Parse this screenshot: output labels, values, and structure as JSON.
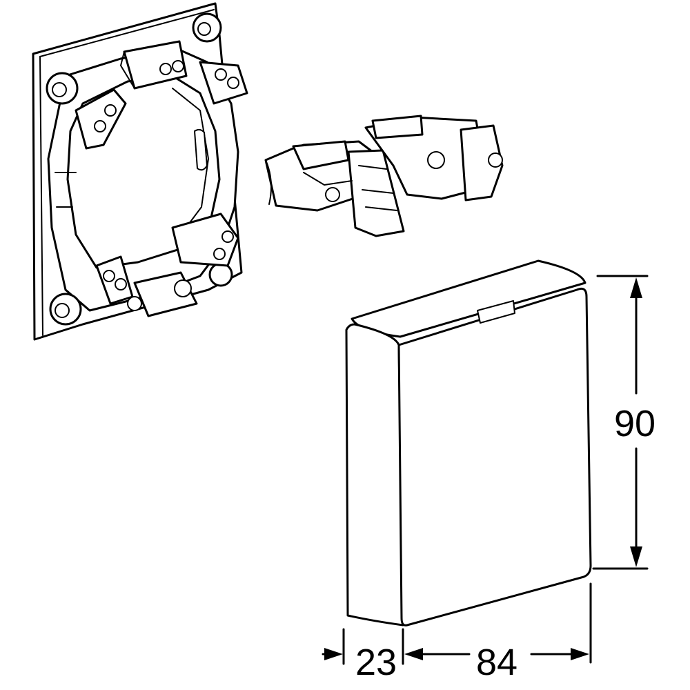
{
  "dimensions": {
    "height": "90",
    "depth": "23",
    "width": "84"
  }
}
